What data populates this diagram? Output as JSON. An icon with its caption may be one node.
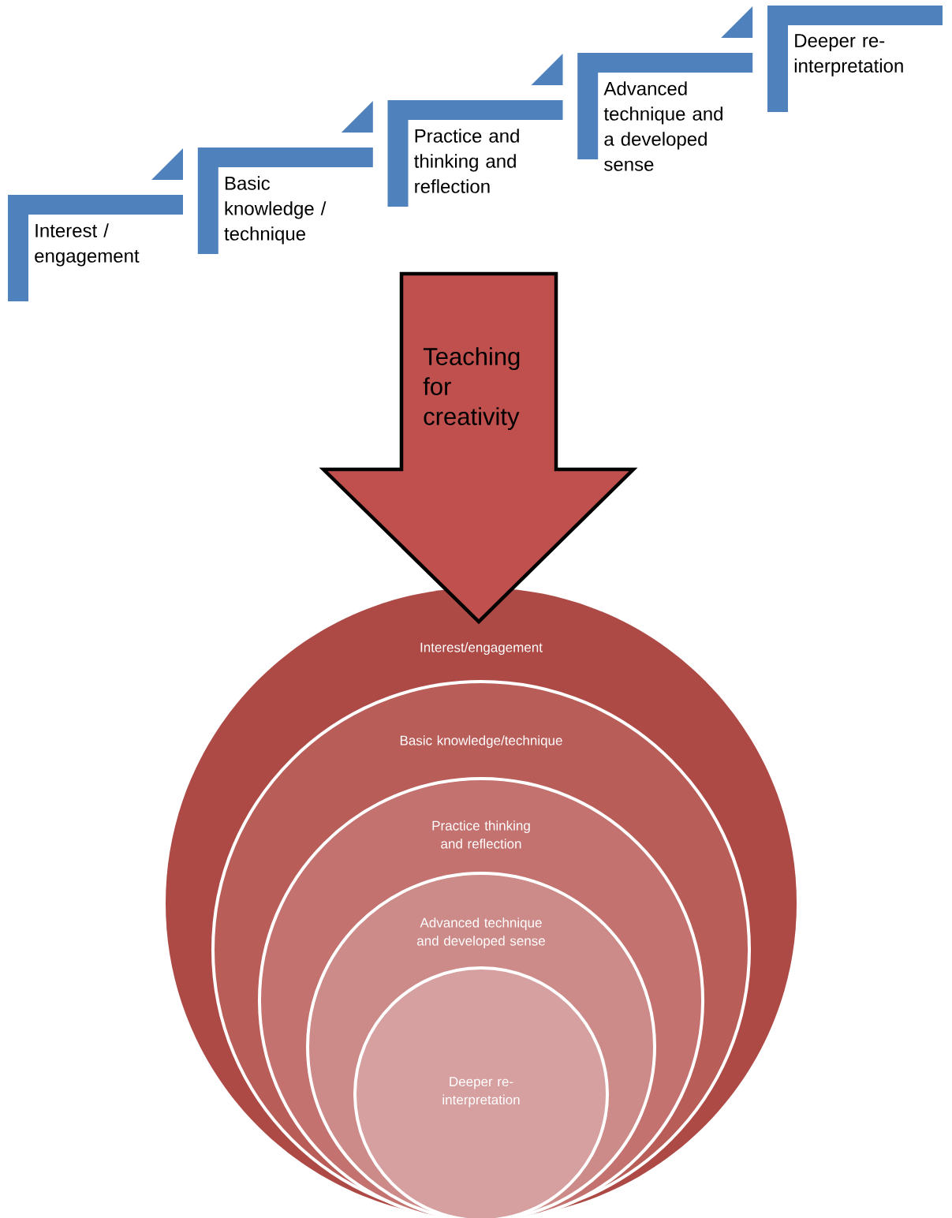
{
  "diagram": {
    "nodes": [
      {
        "text": [
          "Interest / engagement"
        ]
      },
      {
        "text": [
          "Basic knowledge / technique"
        ]
      },
      {
        "text": [
          "Practice and thinking and reflection"
        ]
      },
      {
        "text": [
          "Advanced technique and a developed sense"
        ]
      },
      {
        "text": [
          "Deeper re-interpretation"
        ]
      },
      {
        "text": [
          "Teaching for creativity"
        ]
      },
      {
        "text": [
          "Interest/engagement"
        ]
      },
      {
        "text": [
          "Basic knowledge/technique"
        ],
        "in": 6
      },
      {
        "text": [
          "Practice thinking and reflection"
        ],
        "in": 7
      },
      {
        "text": [
          "Advanced technique and developed sense"
        ],
        "in": 8
      },
      {
        "text": [
          "Deeper re-interpretation"
        ],
        "in": 9
      }
    ]
  }
}
